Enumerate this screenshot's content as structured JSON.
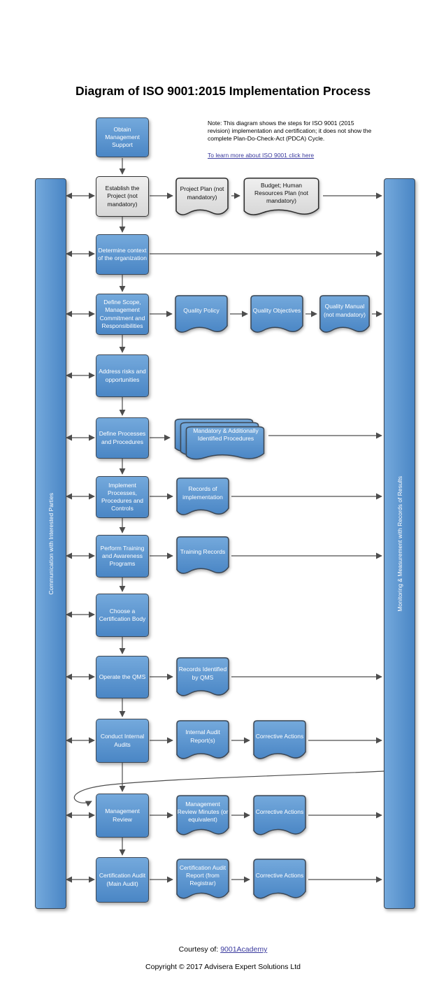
{
  "title": "Diagram of ISO 9001:2015 Implementation Process",
  "note": {
    "text": "Note: This diagram shows the steps for ISO 9001 (2015 revision) implementation and certification; it does not show the complete Plan-Do-Check-Act (PDCA) Cycle.",
    "link": "To learn more about ISO 9001 click here"
  },
  "sidebars": {
    "left": "Communication with Interested Parties",
    "right": "Monitoring & Measurement with Records of Results"
  },
  "start_box": {
    "label": "Obtain Management Support"
  },
  "rows": [
    {
      "box": "Establish the Project (not mandatory)",
      "docs": [
        {
          "label": "Project Plan (not mandatory)"
        },
        {
          "label": "Budget; Human Resources Plan (not mandatory)"
        }
      ]
    },
    {
      "box": "Determine context of the organization",
      "docs": []
    },
    {
      "box": "Define Scope, Management Commitment and Responsibilities",
      "docs": [
        {
          "label": "Quality Policy"
        },
        {
          "label": "Quality Objectives"
        },
        {
          "label": "Quality Manual (not mandatory)"
        }
      ]
    },
    {
      "box": "Address risks and opportunities",
      "docs": []
    },
    {
      "box": "Define Processes and Procedures",
      "docs": [
        {
          "label": "Mandatory & Additionally Identified Procedures"
        }
      ]
    },
    {
      "box": "Implement Processes, Procedures and Controls",
      "docs": [
        {
          "label": "Records of implementation"
        }
      ]
    },
    {
      "box": "Perform Training and Awareness Programs",
      "docs": [
        {
          "label": "Training Records"
        }
      ]
    },
    {
      "box": "Choose a Certification Body",
      "docs": []
    },
    {
      "box": "Operate the QMS",
      "docs": [
        {
          "label": "Records Identified by QMS"
        }
      ]
    },
    {
      "box": "Conduct Internal Audits",
      "docs": [
        {
          "label": "Internal Audit Report(s)"
        },
        {
          "label": "Corrective Actions"
        }
      ]
    },
    {
      "box": "Management Review",
      "docs": [
        {
          "label": "Management Review Minutes (or equivalent)"
        },
        {
          "label": "Corrective Actions"
        }
      ]
    },
    {
      "box": "Certification Audit (Main Audit)",
      "docs": [
        {
          "label": "Certification Audit Report (from Registrar)"
        },
        {
          "label": "Corrective Actions"
        }
      ]
    }
  ],
  "footer": {
    "courtesy_prefix": "Courtesy of:",
    "courtesy_link": "9001Academy",
    "copyright": "Copyright © 2017 Advisera Expert Solutions Ltd"
  },
  "colors": {
    "box_blue_light": "#74A9DC",
    "box_blue_dark": "#4A86C5",
    "box_gray_light": "#EFEFEF",
    "box_gray_dark": "#D7D7D7",
    "border_dark": "#3C4754",
    "border_gray": "#2B2B2B",
    "connector": "#4D4D4D",
    "link": "#3A3A9E"
  }
}
